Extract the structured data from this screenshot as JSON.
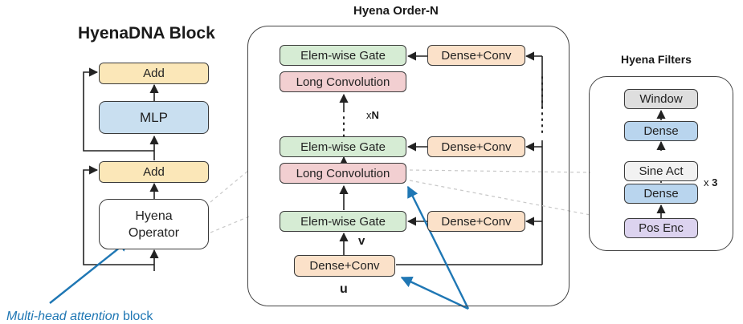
{
  "hyenadna_block": {
    "title": "HyenaDNA Block",
    "add_top": "Add",
    "mlp": "MLP",
    "add_bottom": "Add",
    "operator_line1": "Hyena",
    "operator_line2": "Operator"
  },
  "hyena_order_n": {
    "title": "Hyena Order-N",
    "gate_top": "Elem-wise Gate",
    "dense_conv_top": "Dense+Conv",
    "long_conv_top": "Long Convolution",
    "repeat_prefix": "x",
    "repeat_n": "N",
    "gate_mid": "Elem-wise Gate",
    "dense_conv_mid": "Dense+Conv",
    "long_conv_mid": "Long Convolution",
    "gate_bottom": "Elem-wise Gate",
    "dense_conv_bottom": "Dense+Conv",
    "v_label": "v",
    "dense_conv_input": "Dense+Conv",
    "u_label": "u"
  },
  "hyena_filters": {
    "title": "Hyena Filters",
    "window": "Window",
    "dense_top": "Dense",
    "sine_act": "Sine Act",
    "dense_bottom": "Dense",
    "pos_enc": "Pos Enc",
    "repeat_prefix": "x ",
    "repeat_count": "3"
  },
  "annotation": {
    "text_italic": "Multi-head attention",
    "text_tail": " block"
  },
  "colors": {
    "add": "#fbe7b8",
    "mlp": "#c9dff0",
    "elem_wise_gate": "#d6ecd4",
    "long_convolution": "#f2cfd1",
    "dense_conv": "#fbe1c9",
    "window": "#dedede",
    "dense": "#b9d5ee",
    "sine_act": "#f2f2f2",
    "pos_enc": "#dcd3ef",
    "annotation_arrow": "#1f77b4"
  }
}
